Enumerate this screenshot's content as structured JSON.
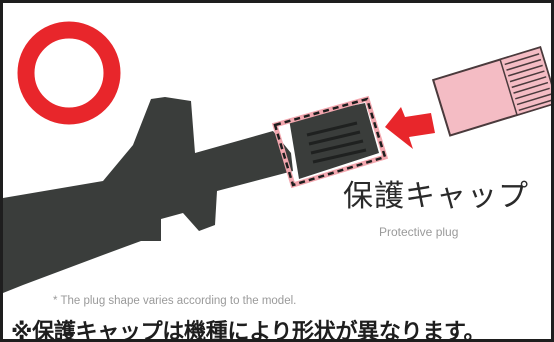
{
  "labels": {
    "protective_plug_jp": "保護キャップ",
    "protective_plug_en": "Protective plug"
  },
  "notes": {
    "shape_varies_en": "* The plug shape varies according to the model.",
    "shape_varies_jp": "※保護キャップは機種により形状が異なります。"
  },
  "icons": {
    "correct_mark": "red-circle-icon",
    "insert_arrow": "red-arrow-left-icon"
  },
  "colors": {
    "correct_mark": "#e8262b",
    "arrow": "#e8262b",
    "plug_fill": "#f2b8c0",
    "connector_body": "#3a3d3b",
    "border": "#1e1e1e"
  }
}
